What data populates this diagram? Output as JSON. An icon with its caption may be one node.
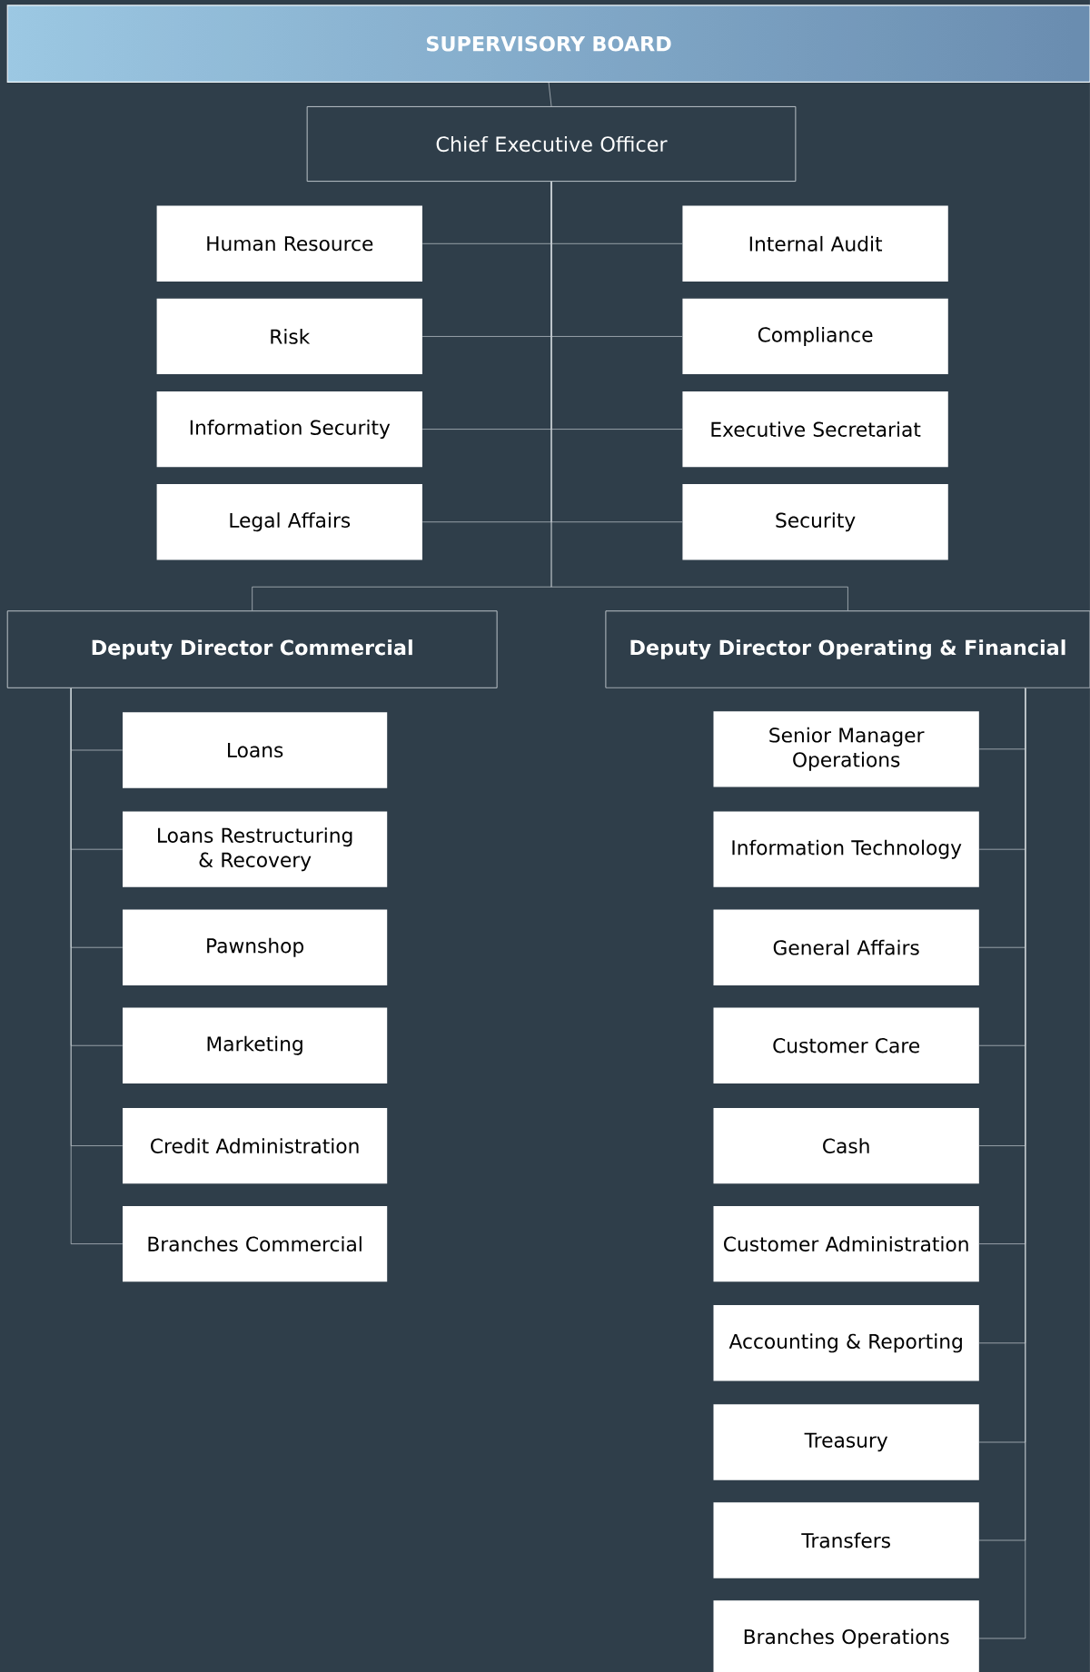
{
  "diagram": {
    "nodes": [
      {
        "text": [
          "SUPERVISORY BOARD"
        ]
      },
      {
        "text": [
          "Chief Executive Officer"
        ]
      },
      {
        "text": [
          "Human Resource"
        ]
      },
      {
        "text": [
          "Internal Audit"
        ]
      },
      {
        "text": [
          "Risk"
        ]
      },
      {
        "text": [
          "Compliance"
        ]
      },
      {
        "text": [
          "Information Security"
        ]
      },
      {
        "text": [
          "Executive Secretariat"
        ]
      },
      {
        "text": [
          "Legal Affairs"
        ]
      },
      {
        "text": [
          "Security"
        ]
      },
      {
        "text": [
          "Deputy Director Commercial"
        ]
      },
      {
        "text": [
          "Deputy Director Operating & Financial"
        ]
      },
      {
        "text": [
          "Loans"
        ]
      },
      {
        "text": [
          "Loans Restructuring & Recovery"
        ]
      },
      {
        "text": [
          "Pawnshop"
        ]
      },
      {
        "text": [
          "Marketing"
        ]
      },
      {
        "text": [
          "Credit Administration"
        ]
      },
      {
        "text": [
          "Branches Commercial"
        ]
      },
      {
        "text": [
          "Senior Manager Operations"
        ]
      },
      {
        "text": [
          "Information Technology"
        ]
      },
      {
        "text": [
          "General Affairs"
        ]
      },
      {
        "text": [
          "Customer Care"
        ]
      },
      {
        "text": [
          "Cash"
        ]
      },
      {
        "text": [
          "Customer Administration"
        ]
      },
      {
        "text": [
          "Accounting & Reporting"
        ]
      },
      {
        "text": [
          "Treasury"
        ]
      },
      {
        "text": [
          "Transfers"
        ]
      },
      {
        "text": [
          "Branches Operations"
        ]
      }
    ],
    "edges": [
      {
        "from": 0,
        "to": 1,
        "arrow": "none"
      },
      {
        "from": 1,
        "to": 2,
        "arrow": "none"
      },
      {
        "from": 1,
        "to": 3,
        "arrow": "none"
      },
      {
        "from": 1,
        "to": 4,
        "arrow": "none"
      },
      {
        "from": 1,
        "to": 5,
        "arrow": "none"
      },
      {
        "from": 1,
        "to": 6,
        "arrow": "none"
      },
      {
        "from": 1,
        "to": 7,
        "arrow": "none"
      },
      {
        "from": 1,
        "to": 8,
        "arrow": "none"
      },
      {
        "from": 1,
        "to": 9,
        "arrow": "none"
      },
      {
        "from": 1,
        "to": 10,
        "arrow": "none"
      },
      {
        "from": 1,
        "to": 11,
        "arrow": "none"
      },
      {
        "from": 10,
        "to": 12,
        "arrow": "none"
      },
      {
        "from": 10,
        "to": 13,
        "arrow": "none"
      },
      {
        "from": 10,
        "to": 14,
        "arrow": "none"
      },
      {
        "from": 10,
        "to": 15,
        "arrow": "none"
      },
      {
        "from": 10,
        "to": 16,
        "arrow": "none"
      },
      {
        "from": 10,
        "to": 17,
        "arrow": "none"
      },
      {
        "from": 11,
        "to": 18,
        "arrow": "none"
      },
      {
        "from": 11,
        "to": 19,
        "arrow": "none"
      },
      {
        "from": 11,
        "to": 20,
        "arrow": "none"
      },
      {
        "from": 11,
        "to": 21,
        "arrow": "none"
      },
      {
        "from": 11,
        "to": 22,
        "arrow": "none"
      },
      {
        "from": 11,
        "to": 23,
        "arrow": "none"
      },
      {
        "from": 11,
        "to": 24,
        "arrow": "none"
      },
      {
        "from": 11,
        "to": 25,
        "arrow": "none"
      },
      {
        "from": 11,
        "to": 26,
        "arrow": "none"
      },
      {
        "from": 11,
        "to": 27,
        "arrow": "none"
      }
    ]
  }
}
